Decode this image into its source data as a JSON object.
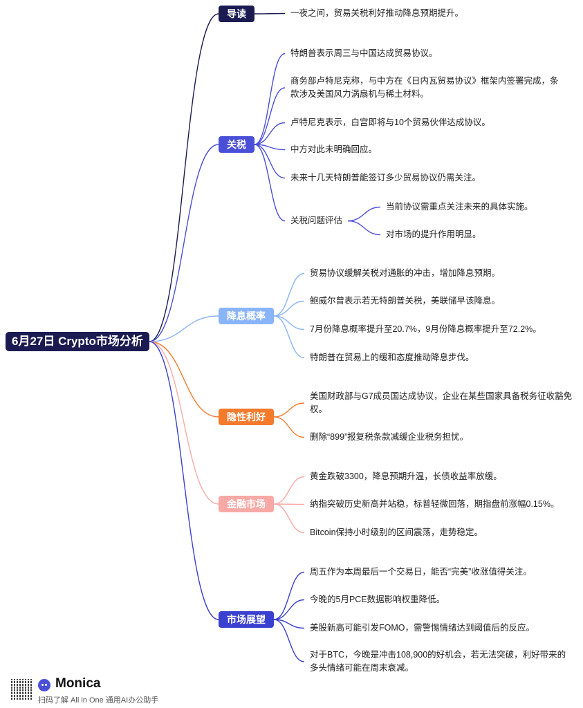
{
  "root": {
    "title": "6月27日 Crypto市场分析"
  },
  "colors": {
    "root": "#1b1b52",
    "daodu": "#1b1b52",
    "guanshui": "#4a4fd8",
    "jiangxi": "#8ab4f8",
    "yinxing": "#f47a2c",
    "jinrong": "#f8a9a6",
    "zhanwang": "#3a40d0"
  },
  "branches": {
    "daodu": {
      "label": "导读",
      "items": [
        "一夜之间，贸易关税利好推动降息预期提升。"
      ]
    },
    "guanshui": {
      "label": "关税",
      "items": [
        "特朗普表示周三与中国达成贸易协议。",
        "商务部卢特尼克称，与中方在《日内瓦贸易协议》框架内签署完成，条款涉及美国风力涡扇机与稀土材料。",
        "卢特尼克表示，白宫即将与10个贸易伙伴达成协议。",
        "中方对此未明确回应。",
        "未来十几天特朗普能签订多少贸易协议仍需关注。"
      ],
      "sub": {
        "label": "关税问题评估",
        "items": [
          "当前协议需重点关注未来的具体实施。",
          "对市场的提升作用明显。"
        ]
      }
    },
    "jiangxi": {
      "label": "降息概率",
      "items": [
        "贸易协议缓解关税对通胀的冲击，增加降息预期。",
        "鲍威尔曾表示若无特朗普关税，美联储早该降息。",
        "7月份降息概率提升至20.7%，9月份降息概率提升至72.2%。",
        "特朗普在贸易上的缓和态度推动降息步伐。"
      ]
    },
    "yinxing": {
      "label": "隐性利好",
      "items": [
        "美国财政部与G7成员国达成协议，企业在某些国家具备税务征收豁免权。",
        "删除“899”报复税条款减缓企业税务担忧。"
      ]
    },
    "jinrong": {
      "label": "金融市场",
      "items": [
        "黄金跌破3300，降息预期升温，长债收益率放缓。",
        "纳指突破历史新高并站稳，标普轻微回落，期指盘前涨幅0.15%。",
        "Bitcoin保持小时级别的区间震荡，走势稳定。"
      ]
    },
    "zhanwang": {
      "label": "市场展望",
      "items": [
        "周五作为本周最后一个交易日，能否“完美”收涨值得关注。",
        "今晚的5月PCE数据影响权重降低。",
        "美股新高可能引发FOMO，需警惕情绪达到阈值后的反应。",
        "对于BTC，今晚是冲击108,900的好机会，若无法突破，利好带来的多头情绪可能在周末衰减。"
      ]
    }
  },
  "footer": {
    "brand": "Monica",
    "tagline": "扫码了解 All in One 通用AI办公助手"
  }
}
